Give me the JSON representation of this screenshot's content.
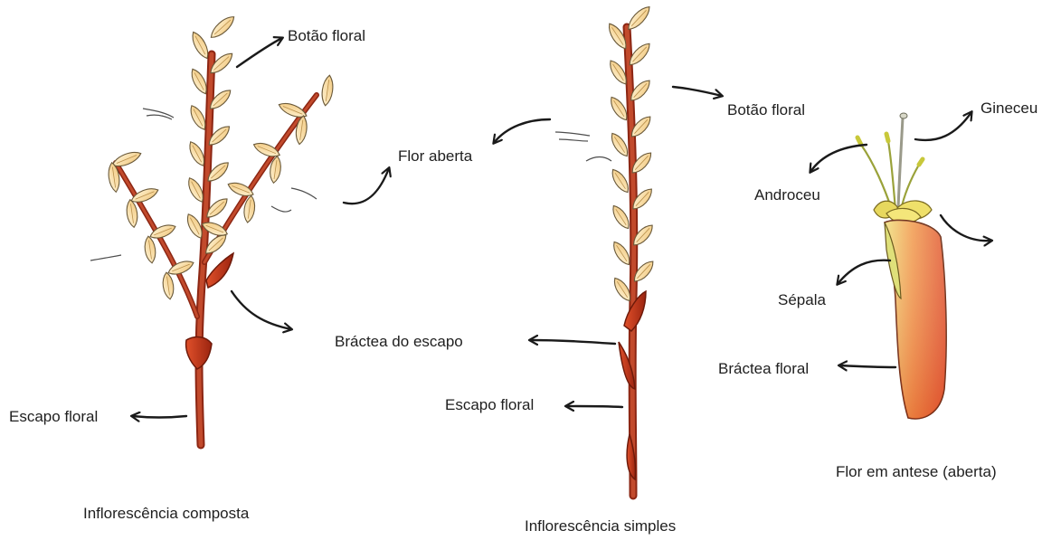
{
  "colors": {
    "stem": "#b43a22",
    "stem_dark": "#7c1f10",
    "bud_fill": "#f6d795",
    "bud_light": "#fff2cc",
    "bud_stroke": "#6b5a3a",
    "bract": "#c23a1e",
    "bract_dark": "#8a1f0c",
    "flower_orange": "#e8673a",
    "flower_yellow": "#efe178",
    "arrow": "#1a1a1a",
    "text": "#1f1f1f"
  },
  "panels": {
    "composta": {
      "caption": "Inflorescência composta",
      "labels": {
        "botao": "Botão floral",
        "flor_aberta": "Flor aberta",
        "escapo": "Escapo floral"
      }
    },
    "simples": {
      "caption": "Inflorescência simples",
      "labels": {
        "botao": "Botão floral",
        "bractea_escapo": "Bráctea do escapo",
        "escapo": "Escapo floral"
      }
    },
    "flor": {
      "caption": "Flor em antese (aberta)",
      "labels": {
        "gineceu": "Gineceu",
        "androceu": "Androceu",
        "sepala": "Sépala",
        "bractea_floral": "Bráctea floral"
      }
    }
  }
}
